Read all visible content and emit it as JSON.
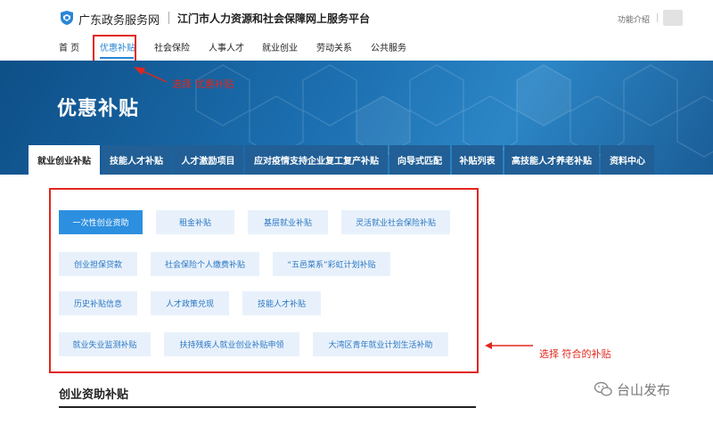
{
  "header": {
    "site_name": "广东政务服务网",
    "platform_name": "江门市人力资源和社会保障网上服务平台",
    "func_link": "功能介绍"
  },
  "nav": {
    "items": [
      {
        "label": "首 页"
      },
      {
        "label": "优惠补贴"
      },
      {
        "label": "社会保险"
      },
      {
        "label": "人事人才"
      },
      {
        "label": "就业创业"
      },
      {
        "label": "劳动关系"
      },
      {
        "label": "公共服务"
      }
    ],
    "active_index": 1
  },
  "banner": {
    "title": "优惠补贴",
    "annotation": "选择 优惠补贴"
  },
  "subtabs": [
    {
      "label": "就业创业补贴"
    },
    {
      "label": "技能人才补贴"
    },
    {
      "label": "人才激励项目"
    },
    {
      "label": "应对疫情支持企业复工复产补贴"
    },
    {
      "label": "向导式匹配"
    },
    {
      "label": "补贴列表"
    },
    {
      "label": "高技能人才养老补贴"
    },
    {
      "label": "资料中心"
    }
  ],
  "subsidies": [
    {
      "label": "一次性创业资助"
    },
    {
      "label": "租金补贴"
    },
    {
      "label": "基层就业补贴"
    },
    {
      "label": "灵活就业社会保险补贴"
    },
    {
      "label": "创业担保贷款"
    },
    {
      "label": "社会保险个人缴费补贴"
    },
    {
      "label": "“五邑菜系”彩虹计划补贴"
    },
    {
      "label": "历史补贴信息"
    },
    {
      "label": "人才政策兑现"
    },
    {
      "label": "技能人才补贴"
    },
    {
      "label": "就业失业监测补贴"
    },
    {
      "label": "扶持残疾人就业创业补贴申领"
    },
    {
      "label": "大湾区青年就业计划生活补助"
    }
  ],
  "annotation2": "选择 符合的补贴",
  "section_title": "创业资助补贴",
  "watermark": "台山发布",
  "colors": {
    "accent": "#2a86d6",
    "annotation_red": "#e2271c",
    "tab_bg": "#215f96",
    "button_bg": "#e8f1fb",
    "button_active_bg": "#2d8fe0"
  }
}
